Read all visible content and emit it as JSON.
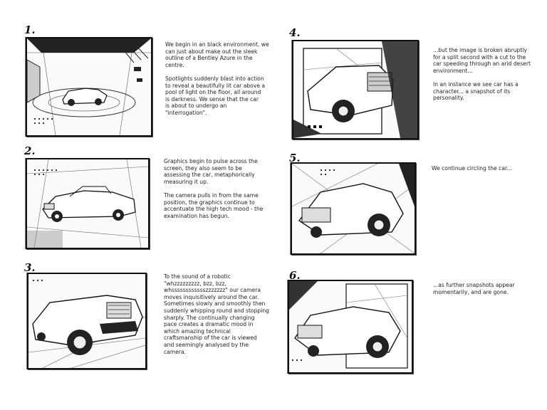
{
  "panels": [
    {
      "number": "1.",
      "caption": "We begin in an black environment, we\ncan just about make out the sleek\noutline of a Bentley Azure in the\ncentre.\n\nSpotlights suddenly blast into action\nto reveal a beautifully lit car above a\npool of light on the floor, all around\nis darkness.  We sense that the car\nis about to undergo an\n\"interrogation\"."
    },
    {
      "number": "2.",
      "caption": "Graphics begin to pulse across the\nscreen, they also seem to be\nassessing the car, metaphorically\nmeasuring it up.\n\nThe camera pulls in from the same\nposition, the graphics continue to\naccentuate the high tech mood - the\nexamination has begun."
    },
    {
      "number": "3.",
      "caption": "To the sound of a robotic\n\"whzzzzzzzzz, bzz, bzz,\nwhsssssssssssszzzzzzz\" our camera\nmoves inquisitively around the car.\nSometimes slowly and smoothly then\nsuddenly whipping round and stopping\nsharply.  The continually changing\npace creates a dramatic mood in\nwhich amazing technical\ncraftsmanship of the car is viewed\nand seemingly analysed by the\ncamera."
    },
    {
      "number": "4.",
      "caption": "...but the image is broken abruptly\nfor a split second  with a cut to the\ncar speeding through an arid desert\nenvironment...\n\nIn an instance we see car has a\ncharacter... a snapshot of its\npersonality."
    },
    {
      "number": "5.",
      "caption": "We continue circling the car..."
    },
    {
      "number": "6.",
      "caption": "...as further snapshots appear\nmomentarily, and are gone."
    }
  ]
}
